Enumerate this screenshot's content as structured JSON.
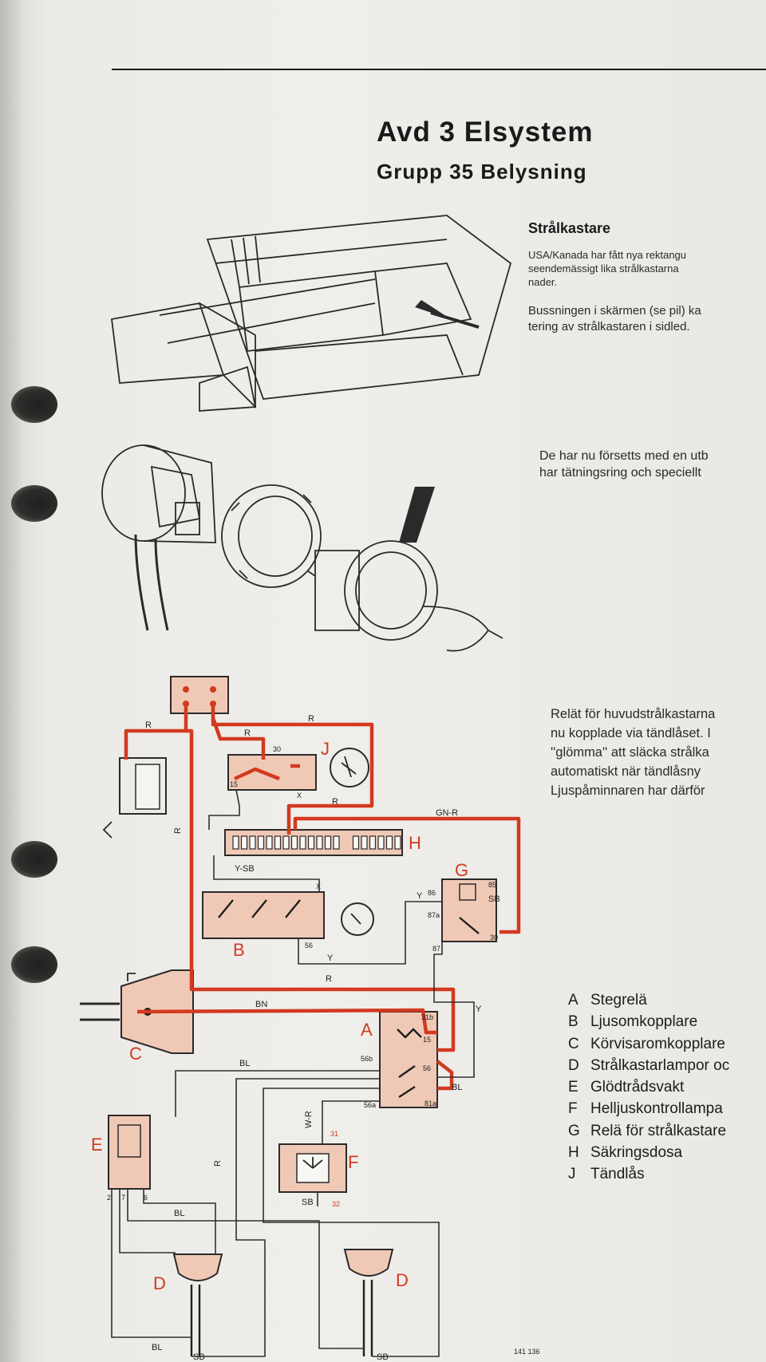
{
  "header": {
    "title": "Avd 3 Elsystem",
    "subtitle": "Grupp 35 Belysning"
  },
  "section": {
    "heading": "Strålkastare",
    "para1": [
      "USA/Kanada har fått nya rektangu",
      "seendemässigt lika strålkastarna",
      "nader."
    ],
    "para2": [
      "Bussningen i skärmen (se pil) ka",
      "tering av strålkastaren i sidled."
    ],
    "para3": [
      "De har nu försetts med en utb",
      "har tätningsring och speciellt"
    ],
    "para4": [
      "Relät för huvudstrålkastarna",
      "nu kopplade via tändlåset. I",
      "''glömma'' att släcka strålka",
      "automatiskt när tändlåsny",
      "Ljuspåminnaren har därför"
    ]
  },
  "legend": [
    {
      "key": "A",
      "label": "Stegrelä"
    },
    {
      "key": "B",
      "label": "Ljusomkopplare"
    },
    {
      "key": "C",
      "label": "Körvisaromkopplare"
    },
    {
      "key": "D",
      "label": "Strålkastarlampor oc"
    },
    {
      "key": "E",
      "label": "Glödtrådsvakt"
    },
    {
      "key": "F",
      "label": "Helljuskontrollampa"
    },
    {
      "key": "G",
      "label": "Relä för strålkastare"
    },
    {
      "key": "H",
      "label": "Säkringsdosa"
    },
    {
      "key": "J",
      "label": "Tändlås"
    }
  ],
  "diagram": {
    "component_labels": [
      "A",
      "B",
      "C",
      "D",
      "D",
      "E",
      "F",
      "G",
      "H",
      "J"
    ],
    "wire_labels": [
      "R",
      "R",
      "R",
      "R",
      "R",
      "R",
      "R",
      "GN-R",
      "Y-SB",
      "Y",
      "Y",
      "Y",
      "BN",
      "BL",
      "BL",
      "BL",
      "BL",
      "W-R",
      "SB",
      "SB",
      "SB",
      "SB"
    ],
    "pin_labels": [
      "30",
      "15",
      "X",
      "X",
      "86",
      "85",
      "87a",
      "87",
      "30",
      "56",
      "31b",
      "15",
      "56b",
      "56",
      "56a",
      "81a",
      "31",
      "32",
      "2",
      "7",
      "6"
    ],
    "figure_number": "141 136"
  },
  "colors": {
    "wire_red": "#d23a20",
    "ink": "#1c1c1c",
    "paper": "#efeeea"
  }
}
